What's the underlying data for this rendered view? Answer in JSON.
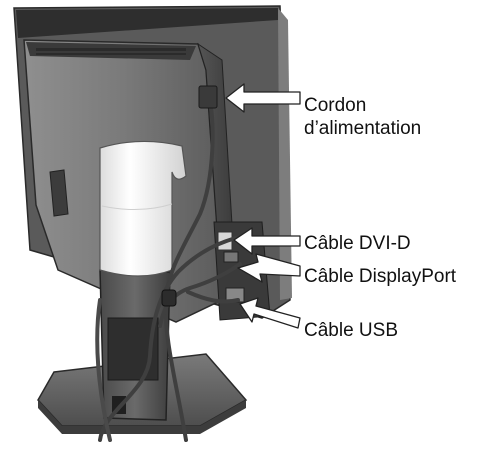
{
  "labels": {
    "power_cord": {
      "line1": "Cordon",
      "line2": "d’alimentation"
    },
    "dvi_d": "Câble DVI-D",
    "displayport": "Câble DisplayPort",
    "usb": "Câble USB"
  },
  "colors": {
    "monitor_dark": "#3a3a3a",
    "monitor_mid": "#6e6e6e",
    "monitor_light": "#9a9a9a",
    "stand_cover": "#f2f2f2",
    "cable": "#4a4a4a",
    "arrow_fill": "#ffffff",
    "arrow_stroke": "#222222"
  }
}
